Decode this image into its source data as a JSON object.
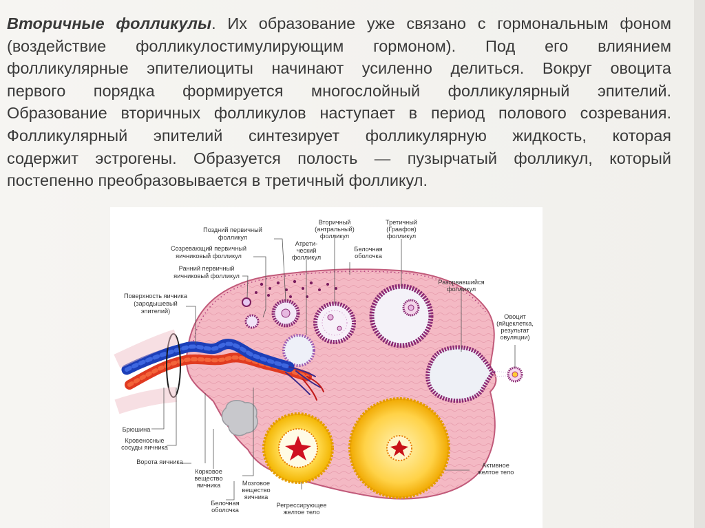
{
  "paragraph": {
    "lead": "Вторичные фолликулы",
    "lines": [
      ". Их образование уже связано с гормональным фоном",
      "(воздействие фолликулостимулирующим гормоном). Под его влиянием",
      "фолликулярные эпителиоциты начинают усиленно делиться. Вокруг овоцита",
      "первого порядка формируется многослойный фолликулярный эпителий.",
      "Образование вторичных фолликулов наступает в период полового созревания.",
      "Фолликулярный эпителий синтезирует фолликулярную жидкость, которая",
      "содержит эстрогены. Образуется полость — пузырчатый фолликул, который",
      "постепенно преобразовывается в третичный фолликул."
    ]
  },
  "diagram": {
    "labels": {
      "late_primary": [
        "Поздний первичный",
        "фолликул"
      ],
      "maturing_primary": [
        "Созревающий первичный",
        "яичниковый фолликул"
      ],
      "early_primary": [
        "Ранний первичный",
        "яичниковый фолликул"
      ],
      "surface": [
        "Поверхность яичника",
        "(зародышевый",
        "эпителий)"
      ],
      "secondary": [
        "Вторичный",
        "(антральный)",
        "фолликул"
      ],
      "atretic": [
        "Атрети-",
        "ческий",
        "фолликул"
      ],
      "tunica_top": [
        "Белочная",
        "оболочка"
      ],
      "tertiary": [
        "Третичный",
        "(Граафов)",
        "фолликул"
      ],
      "ruptured": [
        "Разорвавшийся",
        "фолликул"
      ],
      "ovocyte": [
        "Овоцит",
        "(яйцеклетка,",
        "результат",
        "овуляции)"
      ],
      "peritoneum": [
        "Брюшина"
      ],
      "vessels": [
        "Кровеносные",
        "сосуды яичника"
      ],
      "hilum": [
        "Ворота яичника"
      ],
      "cortex": [
        "Корковое",
        "вещество",
        "яичника"
      ],
      "medulla": [
        "Мозговое",
        "вещество",
        "яичника"
      ],
      "tunica_bottom": [
        "Белочная",
        "оболочка"
      ],
      "regressing": [
        "Регрессирующее",
        "желтое тело"
      ],
      "active": [
        "Активное",
        "желтое тело"
      ]
    }
  }
}
